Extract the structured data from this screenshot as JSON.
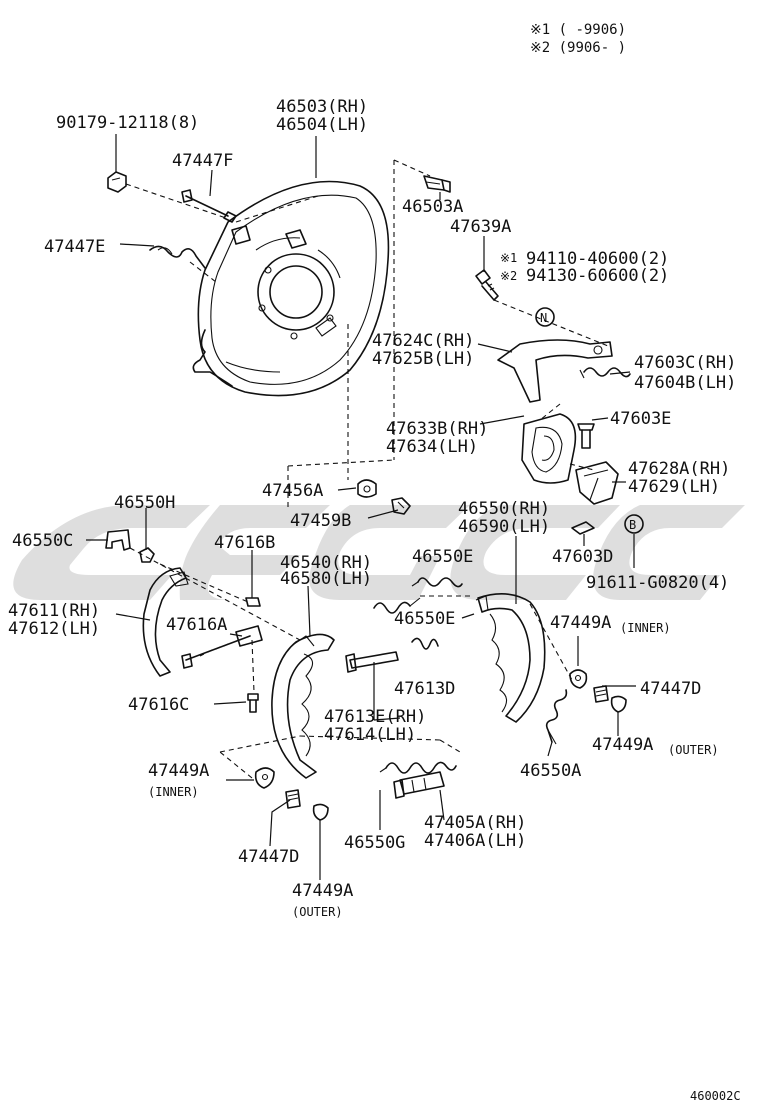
{
  "notes": {
    "n1": "※1 (      -9906)",
    "n2": "※2 (9906-      )"
  },
  "labels": {
    "p90179": "90179-12118(8)",
    "p46503": "46503(RH)",
    "p46504": "46504(LH)",
    "p47447F": "47447F",
    "p47447E": "47447E",
    "p46503A": "46503A",
    "p47639A": "47639A",
    "p94110": "94110-40600(2)",
    "p94130": "94130-60600(2)",
    "mark1": "※1",
    "mark2": "※2",
    "circN": "N",
    "p47624C": "47624C(RH)",
    "p47625B": "47625B(LH)",
    "p47603C": "47603C(RH)",
    "p47604B": "47604B(LH)",
    "p47633B": "47633B(RH)",
    "p47634": "47634(LH)",
    "p47603E": "47603E",
    "p47628A": "47628A(RH)",
    "p47629": "47629(LH)",
    "p47456A": "47456A",
    "p46550H": "46550H",
    "p47459B": "47459B",
    "p46550_rh": "46550(RH)",
    "p46590": "46590(LH)",
    "circB": "B",
    "p46550C": "46550C",
    "p47616B": "47616B",
    "p46540": "46540(RH)",
    "p46580": "46580(LH)",
    "p46550E_a": "46550E",
    "p47603D": "47603D",
    "p91611": "91611-G0820(4)",
    "p47611": "47611(RH)",
    "p47612": "47612(LH)",
    "p47616A": "47616A",
    "p46550E_b": "46550E",
    "p47449A_inner_r": "47449A",
    "inner_r": "(INNER)",
    "p47613D": "47613D",
    "p47447D_r": "47447D",
    "p47616C": "47616C",
    "p47613E": "47613E(RH)",
    "p47614": "47614(LH)",
    "p47449A_outer_r": "47449A",
    "outer_r": "(OUTER)",
    "p47449A_inner_l": "47449A",
    "inner_l": "(INNER)",
    "p46550A": "46550A",
    "p47405A": "47405A(RH)",
    "p47406A": "47406A(LH)",
    "p46550G": "46550G",
    "p47447D_l": "47447D",
    "p47449A_outer_l": "47449A",
    "outer_l": "(OUTER)",
    "code": "460002C"
  }
}
